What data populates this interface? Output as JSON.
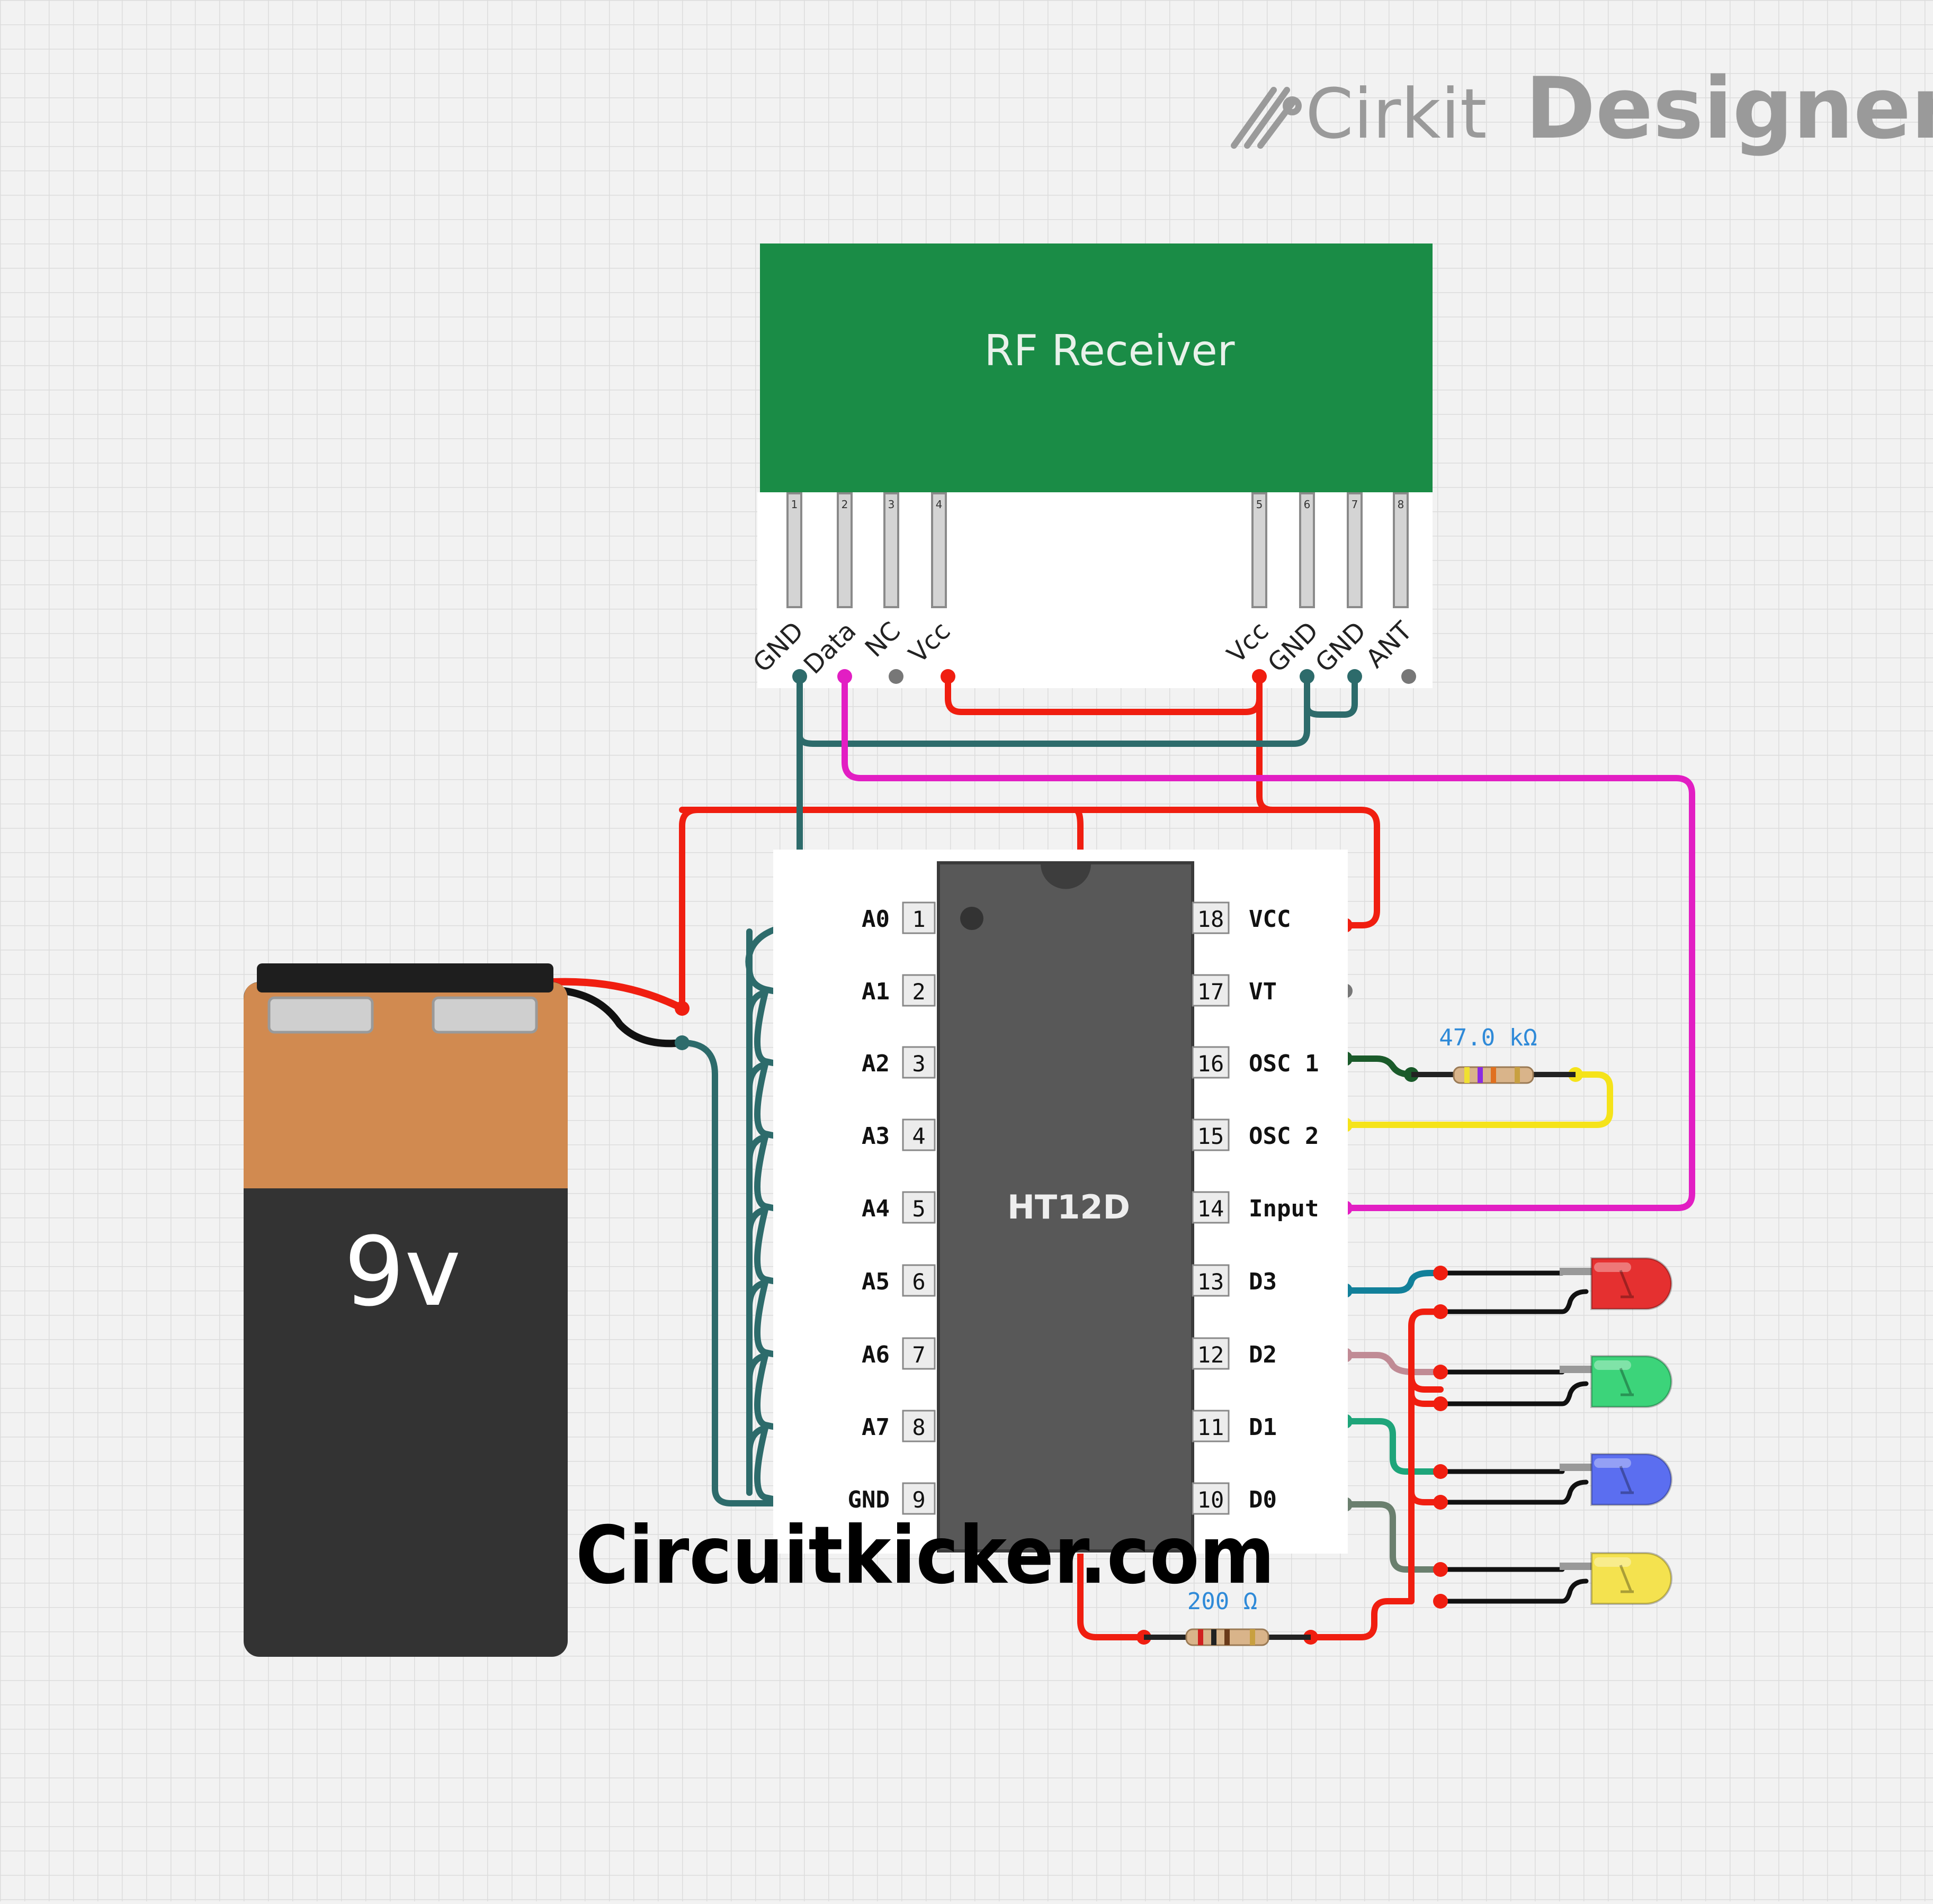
{
  "brand": {
    "light": "Cirkit",
    "bold": "Designer"
  },
  "watermark": "Circuitkicker.com",
  "battery": {
    "label": "9v"
  },
  "rf_receiver": {
    "title": "RF Receiver",
    "pin_numbers": [
      "1",
      "2",
      "3",
      "4",
      "5",
      "6",
      "7",
      "8"
    ],
    "pin_labels": [
      "GND",
      "Data",
      "NC",
      "Vcc",
      "Vcc",
      "GND",
      "GND",
      "ANT"
    ]
  },
  "ic": {
    "name": "HT12D",
    "left_pins": [
      {
        "label": "A0",
        "num": "1"
      },
      {
        "label": "A1",
        "num": "2"
      },
      {
        "label": "A2",
        "num": "3"
      },
      {
        "label": "A3",
        "num": "4"
      },
      {
        "label": "A4",
        "num": "5"
      },
      {
        "label": "A5",
        "num": "6"
      },
      {
        "label": "A6",
        "num": "7"
      },
      {
        "label": "A7",
        "num": "8"
      },
      {
        "label": "GND",
        "num": "9"
      }
    ],
    "right_pins": [
      {
        "label": "VCC",
        "num": "18"
      },
      {
        "label": "VT",
        "num": "17"
      },
      {
        "label": "OSC 1",
        "num": "16"
      },
      {
        "label": "OSC 2",
        "num": "15"
      },
      {
        "label": "Input",
        "num": "14"
      },
      {
        "label": "D3",
        "num": "13"
      },
      {
        "label": "D2",
        "num": "12"
      },
      {
        "label": "D1",
        "num": "11"
      },
      {
        "label": "D0",
        "num": "10"
      }
    ]
  },
  "resistors": {
    "osc": "47.0 kΩ",
    "led": "200 Ω"
  },
  "leds": [
    {
      "color": "red",
      "fill": "#e53030"
    },
    {
      "color": "green",
      "fill": "#3cd47a"
    },
    {
      "color": "blue",
      "fill": "#5b6ef0"
    },
    {
      "color": "yellow",
      "fill": "#f4e24f"
    }
  ],
  "colors": {
    "grid": "#dcdcdc",
    "rf_green": "#1a8c46",
    "ic_body": "#585858",
    "wire_red": "#f01e10",
    "wire_teal": "#2d6b6b",
    "wire_magenta": "#e21ec3",
    "wire_yellow": "#f5e31a",
    "wire_dkgreen": "#1a5a2a",
    "battery_copper": "#d18a50",
    "battery_body": "#333333"
  }
}
